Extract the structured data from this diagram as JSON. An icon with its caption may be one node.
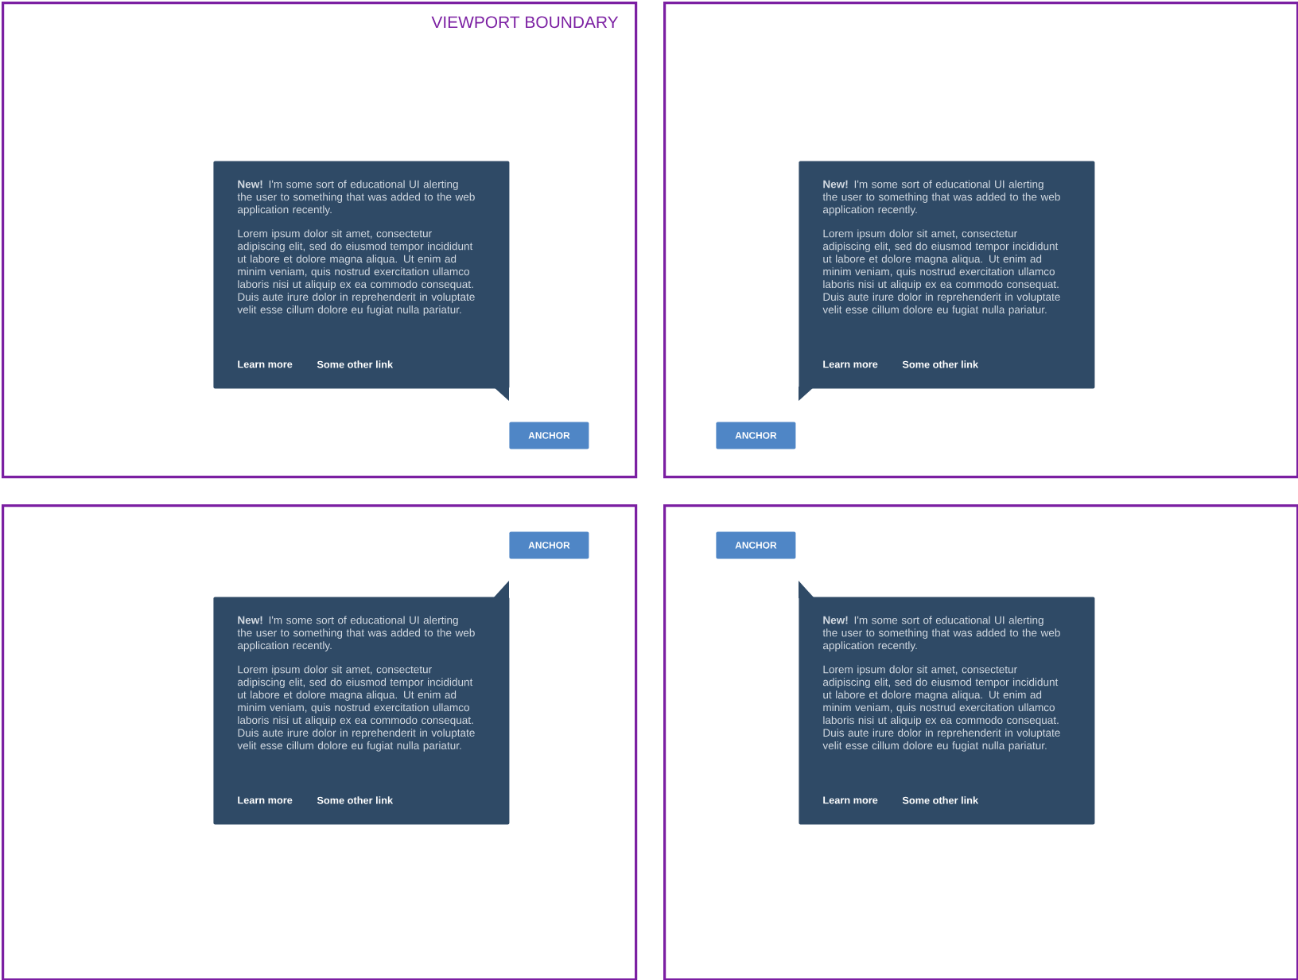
{
  "diagram": {
    "nodes": [
      {
        "text": [
          "VIEWPORT BOUNDARY"
        ]
      },
      {
        "text": [
          "**New!** I'm some sort of educational UI alerting the user to something that was added to the web application recently.",
          "Lorem ipsum dolor sit amet, consectetur adipiscing elit, sed do eiusmod tempor incididunt ut labore et dolore magna aliqua. Ut enim ad minim veniam, quis nostrud exercitation ullamco laboris nisi ut aliquip ex ea commodo consequat. Duis aute irure dolor in reprehenderit in voluptate velit esse cillum dolore eu fugiat nulla pariatur.",
          "Learn more",
          "Some other link"
        ],
        "in": 0
      },
      {
        "text": [
          "ANCHOR"
        ],
        "in": 0
      },
      {
        "text": [],
        "shape": "box"
      },
      {
        "text": [
          "**New!** I'm some sort of educational UI alerting the user to something that was added to the web application recently.",
          "Lorem ipsum dolor sit amet, consectetur adipiscing elit, sed do eiusmod tempor incididunt ut labore et dolore magna aliqua. Ut enim ad minim veniam, quis nostrud exercitation ullamco laboris nisi ut aliquip ex ea commodo consequat. Duis aute irure dolor in reprehenderit in voluptate velit esse cillum dolore eu fugiat nulla pariatur.",
          "Learn more",
          "Some other link"
        ],
        "in": 3
      },
      {
        "text": [
          "ANCHOR"
        ],
        "in": 3
      },
      {
        "text": [],
        "shape": "box"
      },
      {
        "text": [
          "ANCHOR"
        ],
        "in": 6
      },
      {
        "text": [
          "**New!** I'm some sort of educational UI alerting the user to something that was added to the web application recently.",
          "Lorem ipsum dolor sit amet, consectetur adipiscing elit, sed do eiusmod tempor incididunt ut labore et dolore magna aliqua. Ut enim ad minim veniam, quis nostrud exercitation ullamco laboris nisi ut aliquip ex ea commodo consequat. Duis aute irure dolor in reprehenderit in voluptate velit esse cillum dolore eu fugiat nulla pariatur.",
          "Learn more",
          "Some other link"
        ],
        "in": 6
      },
      {
        "text": [],
        "shape": "box"
      },
      {
        "text": [
          "ANCHOR"
        ],
        "in": 9
      },
      {
        "text": [
          "**New!** I'm some sort of educational UI alerting the user to something that was added to the web application recently.",
          "Lorem ipsum dolor sit amet, consectetur adipiscing elit, sed do eiusmod tempor incididunt ut labore et dolore magna aliqua. Ut enim ad minim veniam, quis nostrud exercitation ullamco laboris nisi ut aliquip ex ea commodo consequat. Duis aute irure dolor in reprehenderit in voluptate velit esse cillum dolore eu fugiat nulla pariatur.",
          "Learn more",
          "Some other link"
        ],
        "in": 9
      }
    ]
  }
}
